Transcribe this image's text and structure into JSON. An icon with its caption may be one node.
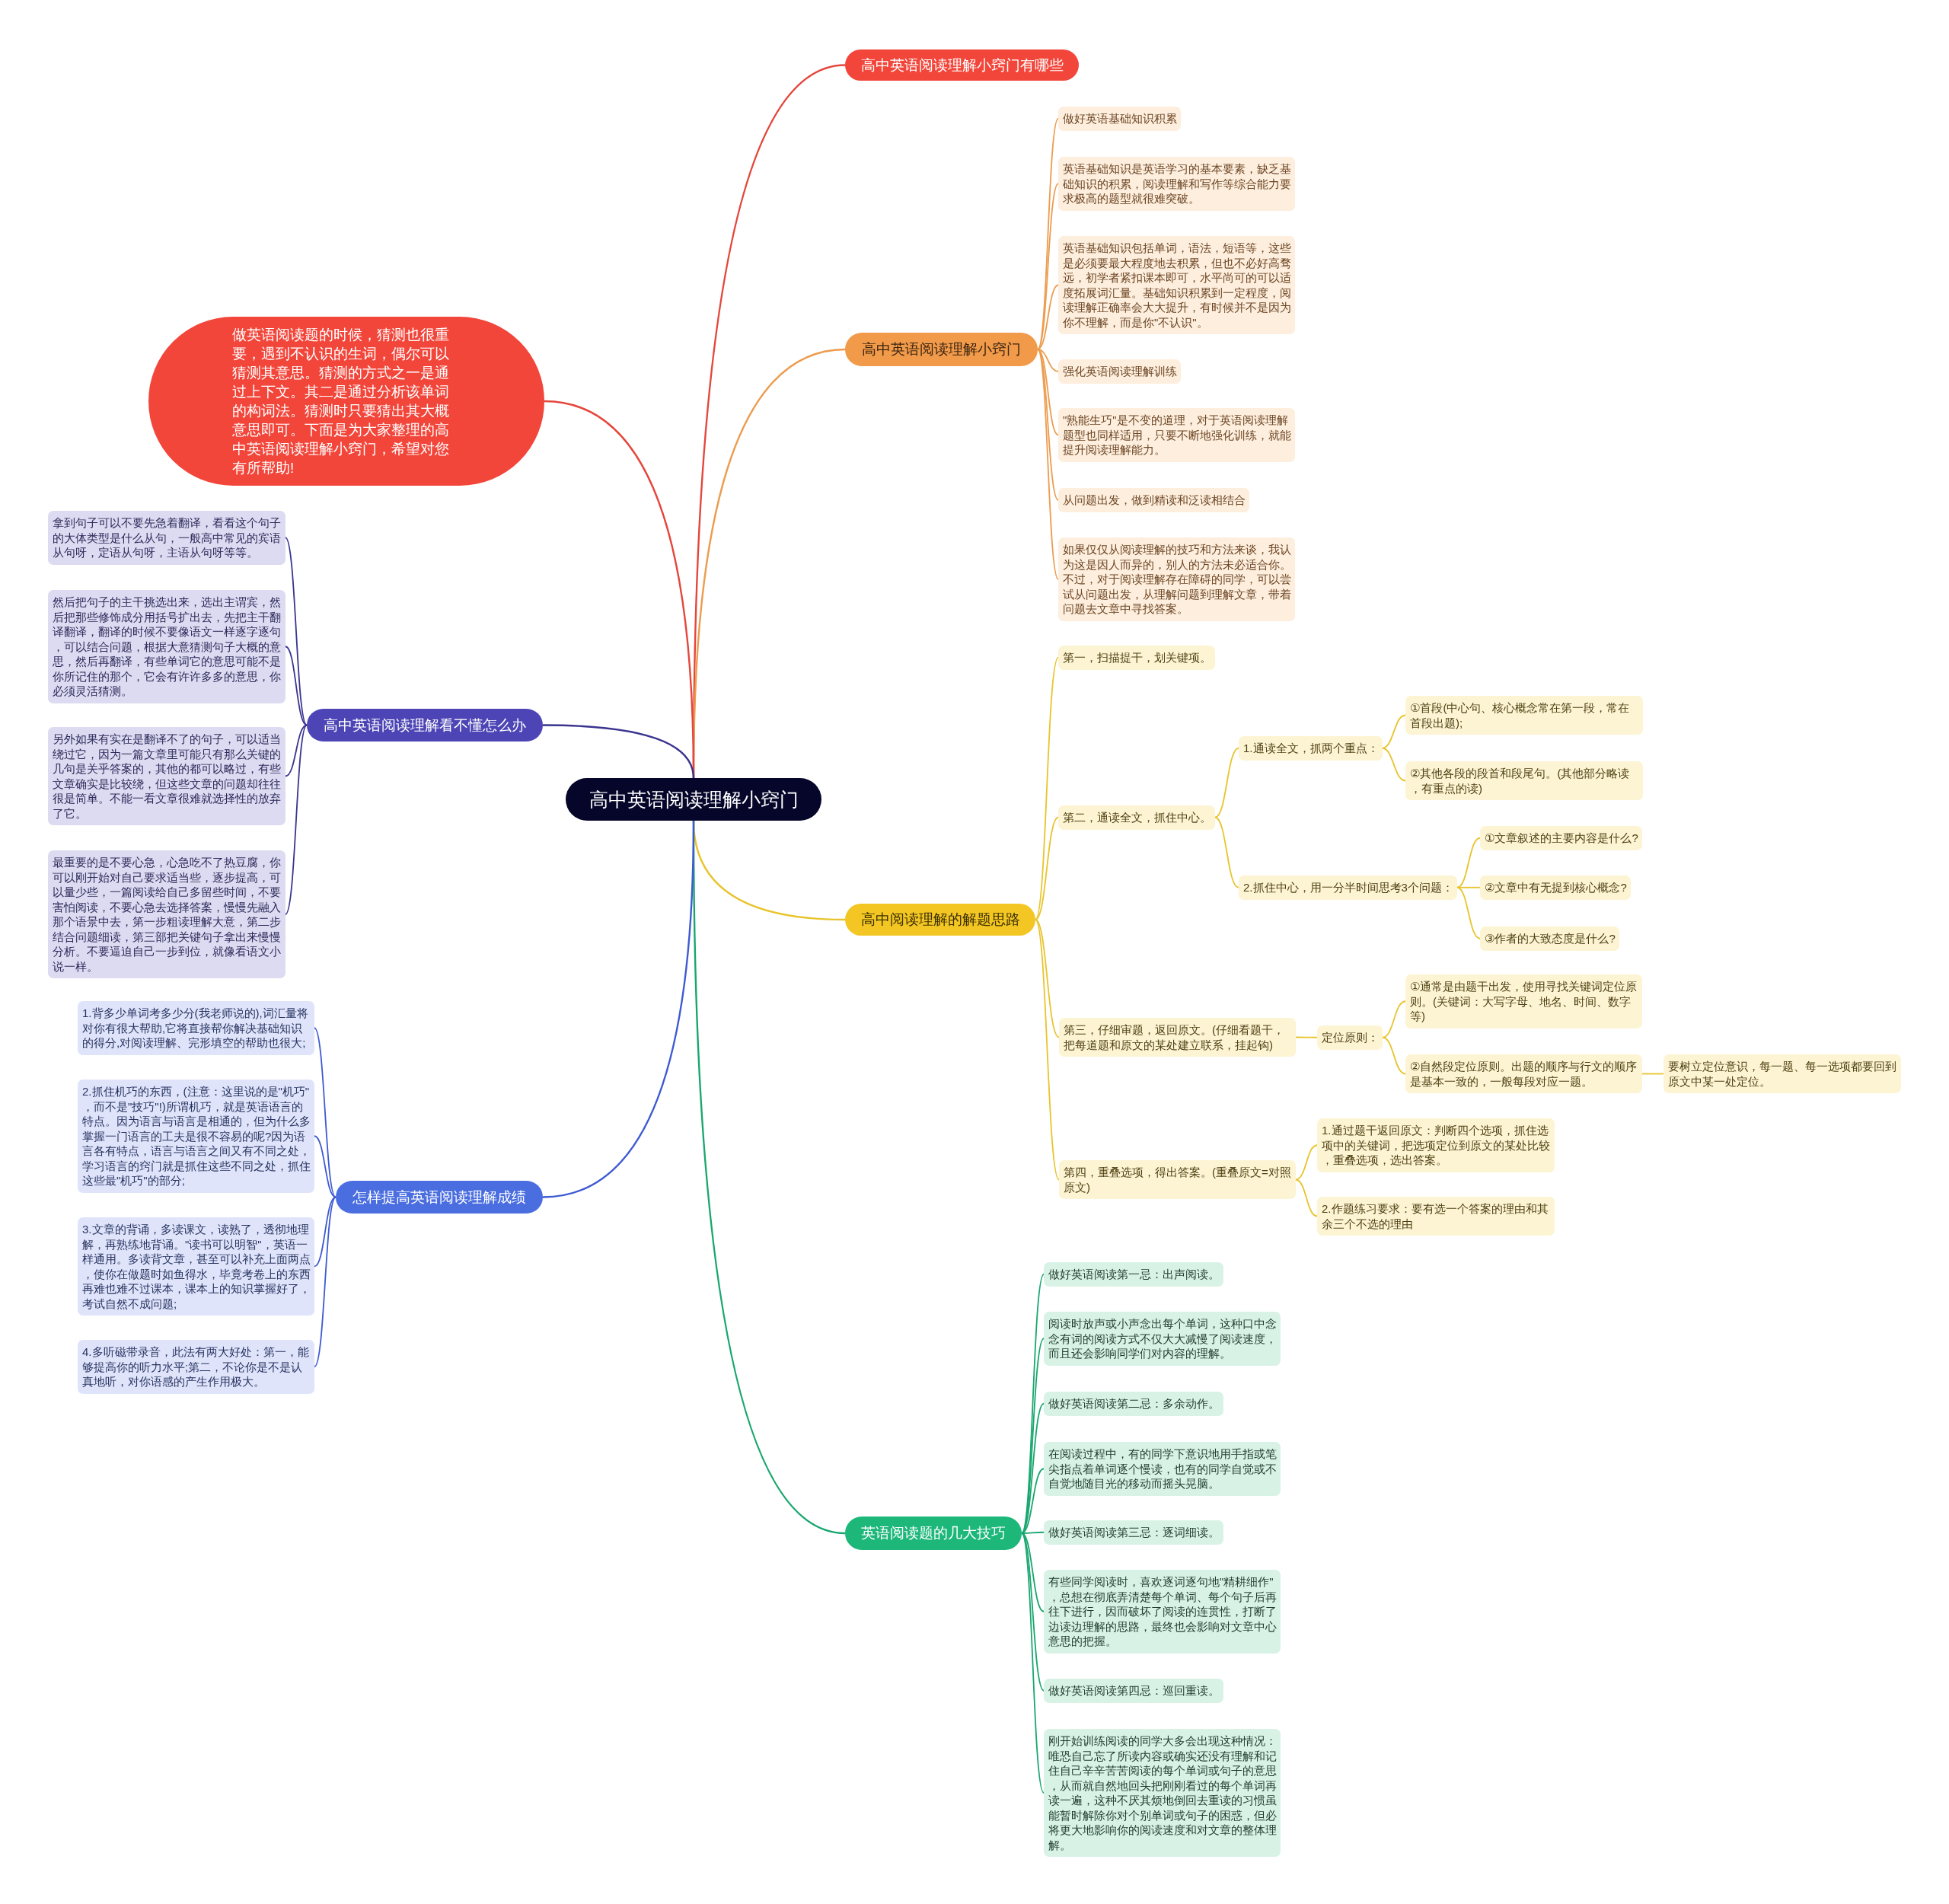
{
  "diagram": {
    "nodes": [
      {
        "text": [
          "高中英语阅读理解小窍门"
        ]
      },
      {
        "text": [
          "高中英语阅读理解小窍门有哪些"
        ]
      },
      {
        "text": [
          "高中英语阅读理解小窍门"
        ]
      },
      {
        "text": [
          "做好英语基础知识积累"
        ]
      },
      {
        "text": [
          "英语基础知识是英语学习的基本要素，缺乏基础知识的积累，阅读理解和写作等综合能力要求极高的题型就很难突破。"
        ]
      },
      {
        "text": [
          "英语基础知识包括单词，语法，短语等，这些是必须要最大程度地去积累，但也不必好高骛远，初学者紧扣课本即可，水平尚可的可以适度拓展词汇量。基础知识积累到一定程度，阅读理解正确率会大大提升，有时候并不是因为你不理解，而是你\"不认识\"。"
        ]
      },
      {
        "text": [
          "强化英语阅读理解训练"
        ]
      },
      {
        "text": [
          "\"熟能生巧\"是不变的道理，对于英语阅读理解题型也同样适用，只要不断地强化训练，就能提升阅读理解能力。"
        ]
      },
      {
        "text": [
          "从问题出发，做到精读和泛读相结合"
        ]
      },
      {
        "text": [
          "如果仅仅从阅读理解的技巧和方法来谈，我认为这是因人而异的，别人的方法未必适合你。不过，对于阅读理解存在障碍的同学，可以尝试从问题出发，从理解问题到理解文章，带着问题去文章中寻找答案。"
        ]
      },
      {
        "text": [
          "高中阅读理解的解题思路"
        ]
      },
      {
        "text": [
          "第一，扫描提干，划关键项。"
        ]
      },
      {
        "text": [
          "第二，通读全文，抓住中心。"
        ]
      },
      {
        "text": [
          "1.通读全文，抓两个重点："
        ]
      },
      {
        "text": [
          "①首段(中心句、核心概念常在第一段，常在首段出题);"
        ]
      },
      {
        "text": [
          "②其他各段的段首和段尾句。(其他部分略读，有重点的读)"
        ]
      },
      {
        "text": [
          "2.抓住中心，用一分半时间思考3个问题："
        ]
      },
      {
        "text": [
          "①文章叙述的主要内容是什么?"
        ]
      },
      {
        "text": [
          "②文章中有无提到核心概念?"
        ]
      },
      {
        "text": [
          "③作者的大致态度是什么?"
        ]
      },
      {
        "text": [
          "第三，仔细审题，返回原文。(仔细看题干，把每道题和原文的某处建立联系，挂起钩)"
        ]
      },
      {
        "text": [
          "定位原则："
        ]
      },
      {
        "text": [
          "①通常是由题干出发，使用寻找关键词定位原则。(关键词：大写字母、地名、时间、数字等)"
        ]
      },
      {
        "text": [
          "②自然段定位原则。出题的顺序与行文的顺序是基本一致的，一般每段对应一题。"
        ]
      },
      {
        "text": [
          "要树立定位意识，每一题、每一选项都要回到原文中某一处定位。"
        ]
      },
      {
        "text": [
          "第四，重叠选项，得出答案。(重叠原文=对照原文)"
        ]
      },
      {
        "text": [
          "1.通过题干返回原文：判断四个选项，抓住选项中的关键词，把选项定位到原文的某处比较，重叠选项，选出答案。"
        ]
      },
      {
        "text": [
          "2.作题练习要求：要有选一个答案的理由和其余三个不选的理由"
        ]
      },
      {
        "text": [
          "英语阅读题的几大技巧"
        ]
      },
      {
        "text": [
          "做好英语阅读第一忌：出声阅读。"
        ]
      },
      {
        "text": [
          "阅读时放声或小声念出每个单词，这种口中念念有词的阅读方式不仅大大减慢了阅读速度，而且还会影响同学们对内容的理解。"
        ]
      },
      {
        "text": [
          "做好英语阅读第二忌：多余动作。"
        ]
      },
      {
        "text": [
          "在阅读过程中，有的同学下意识地用手指或笔尖指点着单词逐个慢读，也有的同学自觉或不自觉地随目光的移动而摇头晃脑。"
        ]
      },
      {
        "text": [
          "做好英语阅读第三忌：逐词细读。"
        ]
      },
      {
        "text": [
          "有些同学阅读时，喜欢逐词逐句地\"精耕细作\"，总想在彻底弄清楚每个单词、每个句子后再往下进行，因而破坏了阅读的连贯性，打断了边读边理解的思路，最终也会影响对文章中心意思的把握。"
        ]
      },
      {
        "text": [
          "做好英语阅读第四忌：巡回重读。"
        ]
      },
      {
        "text": [
          "刚开始训练阅读的同学大多会出现这种情况：唯恐自己忘了所读内容或确实还没有理解和记住自己辛辛苦苦阅读的每个单词或句子的意思，从而就自然地回头把刚刚看过的每个单词再读一遍，这种不厌其烦地倒回去重读的习惯虽能暂时解除你对个别单词或句子的困惑，但必将更大地影响你的阅读速度和对文章的整体理解。"
        ]
      },
      {
        "text": [
          "做英语阅读题的时候，猜测也很重要，遇到不认识的生词，偶尔可以猜测其意思。猜测的方式之一是通过上下文。其二是通过分析该单词的构词法。猜测时只要猜出其大概意思即可。下面是为大家整理的高中英语阅读理解小窍门，希望对您有所帮助!"
        ]
      },
      {
        "text": [
          "高中英语阅读理解看不懂怎么办"
        ]
      },
      {
        "text": [
          "拿到句子可以不要先急着翻译，看看这个句子的大体类型是什么从句，一般高中常见的宾语从句呀，定语从句呀，主语从句呀等等。"
        ]
      },
      {
        "text": [
          "然后把句子的主干挑选出来，选出主谓宾，然后把那些修饰成分用括号扩出去，先把主干翻译翻译，翻译的时候不要像语文一样逐字逐句，可以结合问题，根据大意猜测句子大概的意思，然后再翻译，有些单词它的意思可能不是你所记住的那个，它会有许许多多的意思，你必须灵活猜测。"
        ]
      },
      {
        "text": [
          "另外如果有实在是翻译不了的句子，可以适当绕过它，因为一篇文章里可能只有那么关键的几句是关乎答案的，其他的都可以略过，有些文章确实是比较绕，但这些文章的问题却往往很是简单。不能一看文章很难就选择性的放弃了它。"
        ]
      },
      {
        "text": [
          "最重要的是不要心急，心急吃不了热豆腐，你可以刚开始对自己要求适当些，逐步提高，可以量少些，一篇阅读给自己多留些时间，不要害怕阅读，不要心急去选择答案，慢慢先融入那个语景中去，第一步粗读理解大意，第二步结合问题细读，第三部把关键句子拿出来慢慢分析。不要逼迫自己一步到位，就像看语文小说一样。"
        ]
      },
      {
        "text": [
          "怎样提高英语阅读理解成绩"
        ]
      },
      {
        "text": [
          "1.背多少单词考多少分(我老师说的),词汇量将对你有很大帮助,它将直接帮你解决基础知识的得分,对阅读理解、完形填空的帮助也很大;"
        ]
      },
      {
        "text": [
          "2.抓住机巧的东西，(注意：这里说的是\"机巧\"，而不是\"技巧\"!)所谓机巧，就是英语语言的特点。因为语言与语言是相通的，但为什么多掌握一门语言的工夫是很不容易的呢?因为语言各有特点，语言与语言之间又有不同之处，学习语言的窍门就是抓住这些不同之处，抓住这些最\"机巧\"的部分;"
        ]
      },
      {
        "text": [
          "3.文章的背诵，多读课文，读熟了，透彻地理解，再熟练地背诵。\"读书可以明智\"，英语一样通用。多读背文章，甚至可以补充上面两点，使你在做题时如鱼得水，毕竟考卷上的东西再难也难不过课本，课本上的知识掌握好了，考试自然不成问题;"
        ]
      },
      {
        "text": [
          "4.多听磁带录音，此法有两大好处：第一，能够提高你的听力水平;第二，不论你是不是认真地听，对你语感的产生作用极大。"
        ]
      }
    ],
    "edges": [
      {
        "from": 0,
        "to": 1,
        "arrow": "none",
        "color": "#e4463b"
      },
      {
        "from": 0,
        "to": 2,
        "arrow": "none",
        "color": "#ec9c4f"
      },
      {
        "from": 0,
        "to": 10,
        "arrow": "none"
      },
      {
        "from": 0,
        "to": 28,
        "arrow": "none",
        "color": "#18a66f"
      },
      {
        "from": 0,
        "to": 37,
        "arrow": "none",
        "color": "#e4463b"
      },
      {
        "from": 0,
        "to": 38,
        "arrow": "none",
        "color": "#3a348f"
      },
      {
        "from": 0,
        "to": 43,
        "arrow": "none",
        "color": "#3e5ad2"
      },
      {
        "from": 2,
        "to": 3,
        "arrow": "none",
        "color": "#ec9c4f"
      },
      {
        "from": 2,
        "to": 4,
        "arrow": "none",
        "color": "#ec9c4f"
      },
      {
        "from": 2,
        "to": 5,
        "arrow": "none",
        "color": "#ec9c4f"
      },
      {
        "from": 2,
        "to": 6,
        "arrow": "none",
        "color": "#ec9c4f"
      },
      {
        "from": 2,
        "to": 7,
        "arrow": "none",
        "color": "#ec9c4f"
      },
      {
        "from": 2,
        "to": 8,
        "arrow": "none",
        "color": "#ec9c4f"
      },
      {
        "from": 2,
        "to": 9,
        "arrow": "none",
        "color": "#ec9c4f"
      },
      {
        "from": 10,
        "to": 11,
        "arrow": "none"
      },
      {
        "from": 10,
        "to": 12,
        "arrow": "none"
      },
      {
        "from": 10,
        "to": 20,
        "arrow": "none"
      },
      {
        "from": 10,
        "to": 25,
        "arrow": "none"
      },
      {
        "from": 12,
        "to": 13,
        "arrow": "none"
      },
      {
        "from": 12,
        "to": 16,
        "arrow": "none"
      },
      {
        "from": 13,
        "to": 14,
        "arrow": "none"
      },
      {
        "from": 13,
        "to": 15,
        "arrow": "none"
      },
      {
        "from": 16,
        "to": 17,
        "arrow": "none"
      },
      {
        "from": 16,
        "to": 18,
        "arrow": "none"
      },
      {
        "from": 16,
        "to": 19,
        "arrow": "none"
      },
      {
        "from": 20,
        "to": 21,
        "arrow": "none"
      },
      {
        "from": 21,
        "to": 22,
        "arrow": "none"
      },
      {
        "from": 21,
        "to": 23,
        "arrow": "none"
      },
      {
        "from": 23,
        "to": 24,
        "arrow": "none"
      },
      {
        "from": 25,
        "to": 26,
        "arrow": "none"
      },
      {
        "from": 25,
        "to": 27,
        "arrow": "none"
      },
      {
        "from": 28,
        "to": 29,
        "arrow": "none",
        "color": "#18a66f"
      },
      {
        "from": 28,
        "to": 30,
        "arrow": "none",
        "color": "#18a66f"
      },
      {
        "from": 28,
        "to": 31,
        "arrow": "none",
        "color": "#18a66f"
      },
      {
        "from": 28,
        "to": 32,
        "arrow": "none",
        "color": "#18a66f"
      },
      {
        "from": 28,
        "to": 33,
        "arrow": "none",
        "color": "#18a66f"
      },
      {
        "from": 28,
        "to": 34,
        "arrow": "none",
        "color": "#18a66f"
      },
      {
        "from": 28,
        "to": 35,
        "arrow": "none",
        "color": "#18a66f"
      },
      {
        "from": 28,
        "to": 36,
        "arrow": "none",
        "color": "#18a66f"
      },
      {
        "from": 38,
        "to": 39,
        "arrow": "none",
        "color": "#3a348f"
      },
      {
        "from": 38,
        "to": 40,
        "arrow": "none",
        "color": "#3a348f"
      },
      {
        "from": 38,
        "to": 41,
        "arrow": "none",
        "color": "#3a348f"
      },
      {
        "from": 38,
        "to": 42,
        "arrow": "none",
        "color": "#3a348f"
      },
      {
        "from": 43,
        "to": 44,
        "arrow": "none",
        "color": "#3e5ad2"
      },
      {
        "from": 43,
        "to": 45,
        "arrow": "none",
        "color": "#3e5ad2"
      },
      {
        "from": 43,
        "to": 46,
        "arrow": "none",
        "color": "#3e5ad2"
      },
      {
        "from": 43,
        "to": 47,
        "arrow": "none",
        "color": "#3e5ad2"
      }
    ]
  }
}
